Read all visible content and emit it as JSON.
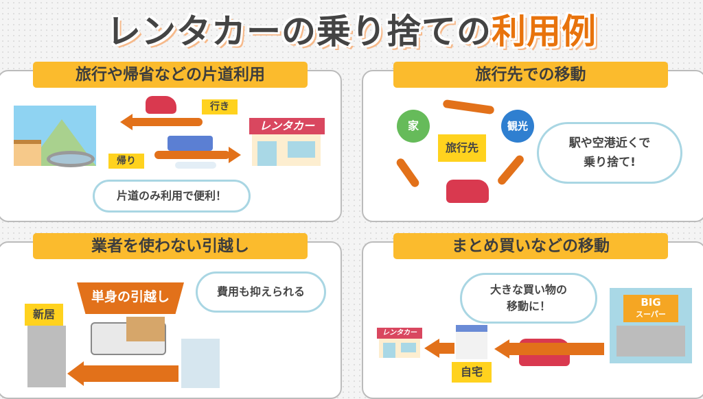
{
  "title": {
    "main": "レンタカーの乗り捨ての",
    "highlight": "利用例"
  },
  "panels": {
    "one_way": {
      "label": "旅行や帰省などの片道利用",
      "go": "行き",
      "return": "帰り",
      "bubble": "片道のみ利用で便利！",
      "shop_sign": "レンタカー"
    },
    "travel": {
      "label": "旅行先での移動",
      "home": "家",
      "sightseeing": "観光",
      "destination": "旅行先",
      "bubble_line1": "駅や空港近くで",
      "bubble_line2": "乗り捨て!"
    },
    "moving": {
      "label": "業者を使わない引越し",
      "banner": "単身の引越し",
      "new_home": "新居",
      "bubble": "費用も抑えられる"
    },
    "shopping": {
      "label": "まとめ買いなどの移動",
      "bubble_line1": "大きな買い物の",
      "bubble_line2": "移動に！",
      "home": "自宅",
      "store_name": "BIG",
      "store_sub": "スーパー",
      "shop_sign": "レンタカー"
    }
  },
  "colors": {
    "accent": "#e8730c",
    "label_bg": "#fbbb2d",
    "tag_bg": "#ffd21e",
    "car": "#d9394f",
    "home_circle": "#66bb5a",
    "sight_circle": "#2f7fd0"
  }
}
